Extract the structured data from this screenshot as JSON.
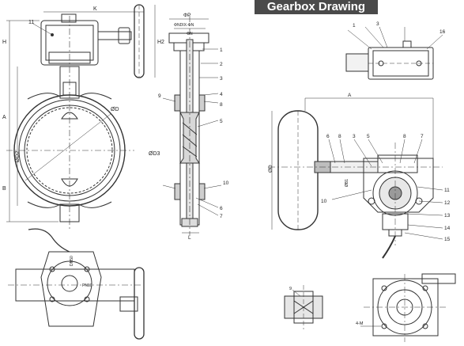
{
  "header": {
    "title": "Gearbox Drawing"
  },
  "front_view": {
    "dims": [
      "K",
      "H",
      "H2",
      "A",
      "B",
      "ØD",
      "ØD2",
      "ØD3"
    ],
    "callout": "11"
  },
  "section_view": {
    "dims": [
      "ΦP",
      "ΦNDIX-ΦN",
      "ΦN",
      "L"
    ],
    "callouts": [
      "1",
      "2",
      "3",
      "4",
      "5",
      "6",
      "7",
      "8",
      "9",
      "10"
    ]
  },
  "gearbox_top": {
    "callouts": [
      "1",
      "3",
      "16"
    ]
  },
  "gearbox_side": {
    "dims": [
      "A",
      "ØD",
      "ØB1"
    ],
    "callouts": [
      "6",
      "8",
      "3",
      "5",
      "8",
      "7",
      "10",
      "11",
      "12",
      "13",
      "14",
      "15"
    ]
  },
  "plan_view": {
    "labels": [
      "DN50",
      "PN10"
    ]
  },
  "detail": {
    "labels": [
      "9",
      "4-M"
    ]
  }
}
